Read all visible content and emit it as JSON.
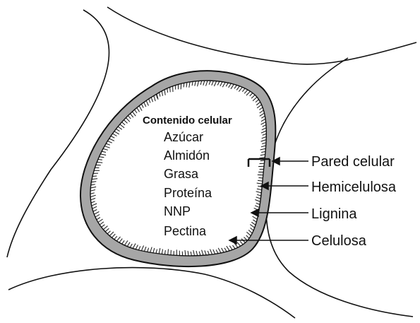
{
  "cell": {
    "content_title": "Contenido celular",
    "contents": [
      "Azúcar",
      "Almidón",
      "Grasa",
      "Proteína",
      "NNP",
      "Pectina"
    ]
  },
  "labels": {
    "pared_celular": "Pared celular",
    "hemicelulosa": "Hemicelulosa",
    "lignina": "Lignina",
    "celulosa": "Celulosa"
  },
  "colors": {
    "wall_fill": "#a6a6a6",
    "line": "#111111",
    "background": "#ffffff"
  }
}
